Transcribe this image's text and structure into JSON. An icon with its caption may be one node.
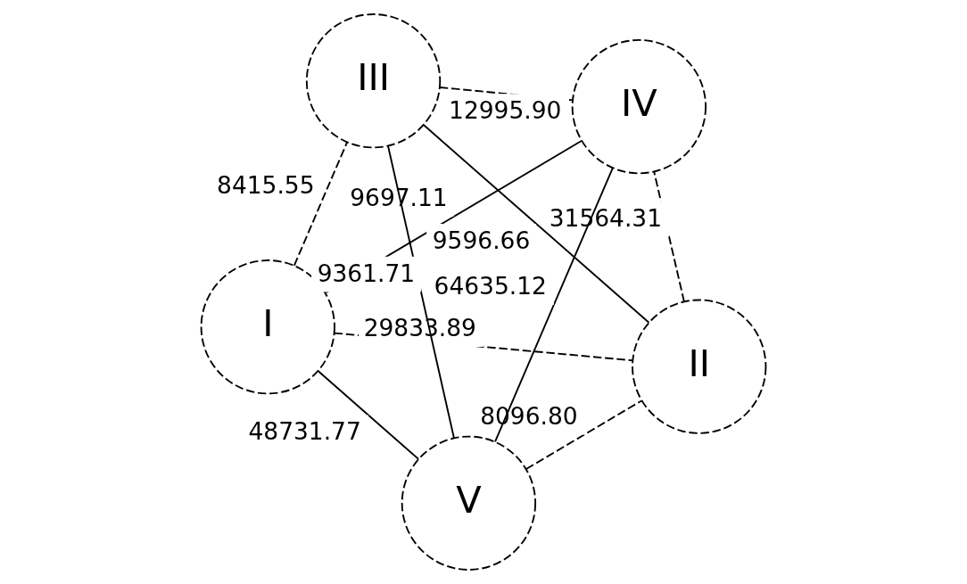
{
  "diagram": {
    "nodes": [
      {
        "text": [
          "I"
        ]
      },
      {
        "text": [
          "II"
        ]
      },
      {
        "text": [
          "V"
        ]
      },
      {
        "text": [
          "III"
        ]
      },
      {
        "text": [
          "IV"
        ]
      }
    ],
    "edges": [
      {
        "from": 0,
        "to": 1,
        "arrow": "none",
        "label": "29833.89",
        "style": "dashed"
      },
      {
        "from": 0,
        "to": 2,
        "arrow": "none",
        "label": "48731.77"
      },
      {
        "from": 2,
        "to": 1,
        "arrow": "none",
        "label": "8096.80",
        "style": "dashed"
      },
      {
        "from": 0,
        "to": 3,
        "arrow": "none",
        "label": "8415.55",
        "style": "dashed"
      },
      {
        "from": 0,
        "to": 4,
        "arrow": "none",
        "label": "9697.11"
      },
      {
        "from": 3,
        "to": 2,
        "arrow": "none",
        "label": "9361.71"
      },
      {
        "from": 3,
        "to": 1,
        "arrow": "none",
        "label": "9596.66"
      },
      {
        "from": 2,
        "to": 4,
        "arrow": "none",
        "label": "64635.12"
      },
      {
        "from": 1,
        "to": 4,
        "arrow": "none",
        "label": "31564.31",
        "style": "dashed"
      },
      {
        "from": 3,
        "to": 4,
        "arrow": "none",
        "label": "12995.90",
        "style": "dashed"
      }
    ]
  }
}
